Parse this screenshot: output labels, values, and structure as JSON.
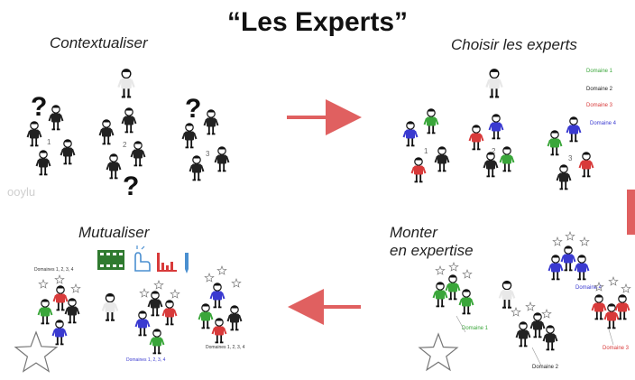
{
  "title": "“Les Experts”",
  "quadrants": {
    "top_left": {
      "label": "Contextualiser",
      "group_numbers": [
        "1",
        "2",
        "3"
      ],
      "watermark": "ooylu"
    },
    "top_right": {
      "label": "Choisir les experts",
      "group_numbers": [
        "1",
        "2",
        "3"
      ],
      "legend": [
        {
          "label": "Domaine 1",
          "color": "#3aa63a"
        },
        {
          "label": "Domaine 2",
          "color": "#222222"
        },
        {
          "label": "Domaine 3",
          "color": "#d83a3a"
        },
        {
          "label": "Domaine 4",
          "color": "#3a3ad0"
        }
      ]
    },
    "bottom_right": {
      "label_line1": "Monter",
      "label_line2": "en expertise",
      "captions": [
        "Domaine 1",
        "Domaine 2",
        "Domaine 3",
        "Domaine 4"
      ]
    },
    "bottom_left": {
      "label": "Mutualiser",
      "captions": [
        "Domaines 1, 2, 3, 4",
        "Domaines 1, 2, 3, 4",
        "Domaines 1, 2, 3, 4"
      ]
    }
  },
  "colors": {
    "green": "#3aa63a",
    "black": "#222222",
    "red": "#d83a3a",
    "blue": "#3a3ad0",
    "arrow": "#e06060",
    "watermark": "#cfcfcf",
    "guide": "#9a9a9a"
  },
  "icons": [
    "question-mark-icon",
    "arrow-right-icon",
    "arrow-left-icon",
    "film-icon",
    "hand-pointer-icon",
    "bar-chart-icon",
    "pen-icon",
    "star-icon"
  ]
}
